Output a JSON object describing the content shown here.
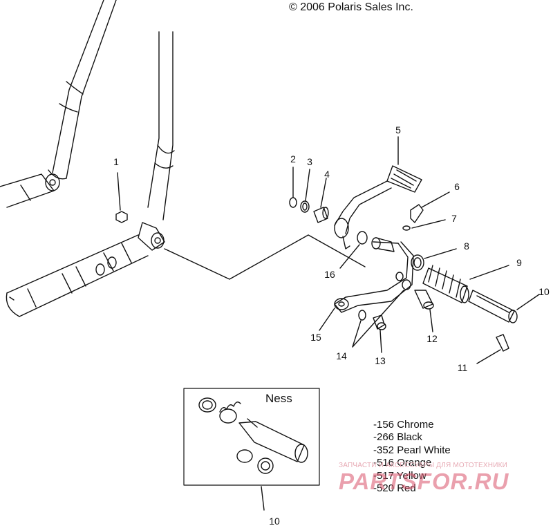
{
  "copyright": "© 2006 Polaris Sales Inc.",
  "callouts": [
    {
      "id": "1",
      "label": "1"
    },
    {
      "id": "2",
      "label": "2"
    },
    {
      "id": "3",
      "label": "3"
    },
    {
      "id": "4",
      "label": "4"
    },
    {
      "id": "5",
      "label": "5"
    },
    {
      "id": "6",
      "label": "6"
    },
    {
      "id": "7",
      "label": "7"
    },
    {
      "id": "8",
      "label": "8"
    },
    {
      "id": "9",
      "label": "9"
    },
    {
      "id": "10a",
      "label": "10"
    },
    {
      "id": "11",
      "label": "11"
    },
    {
      "id": "12",
      "label": "12"
    },
    {
      "id": "13",
      "label": "13"
    },
    {
      "id": "14",
      "label": "14"
    },
    {
      "id": "15",
      "label": "15"
    },
    {
      "id": "16",
      "label": "16"
    },
    {
      "id": "10b",
      "label": "10"
    }
  ],
  "inset": {
    "brand": "Ness"
  },
  "variants": [
    "-156 Chrome",
    "-266 Black",
    "-352 Pearl White",
    "-516 Orange",
    "-517 Yellow",
    "-520 Red"
  ],
  "watermark": {
    "tagline": "ЗАПЧАСТИ И АКСЕССУАРЫ ДЛЯ МОТОТЕХНИКИ",
    "logo": "PARTSFOR.RU"
  }
}
